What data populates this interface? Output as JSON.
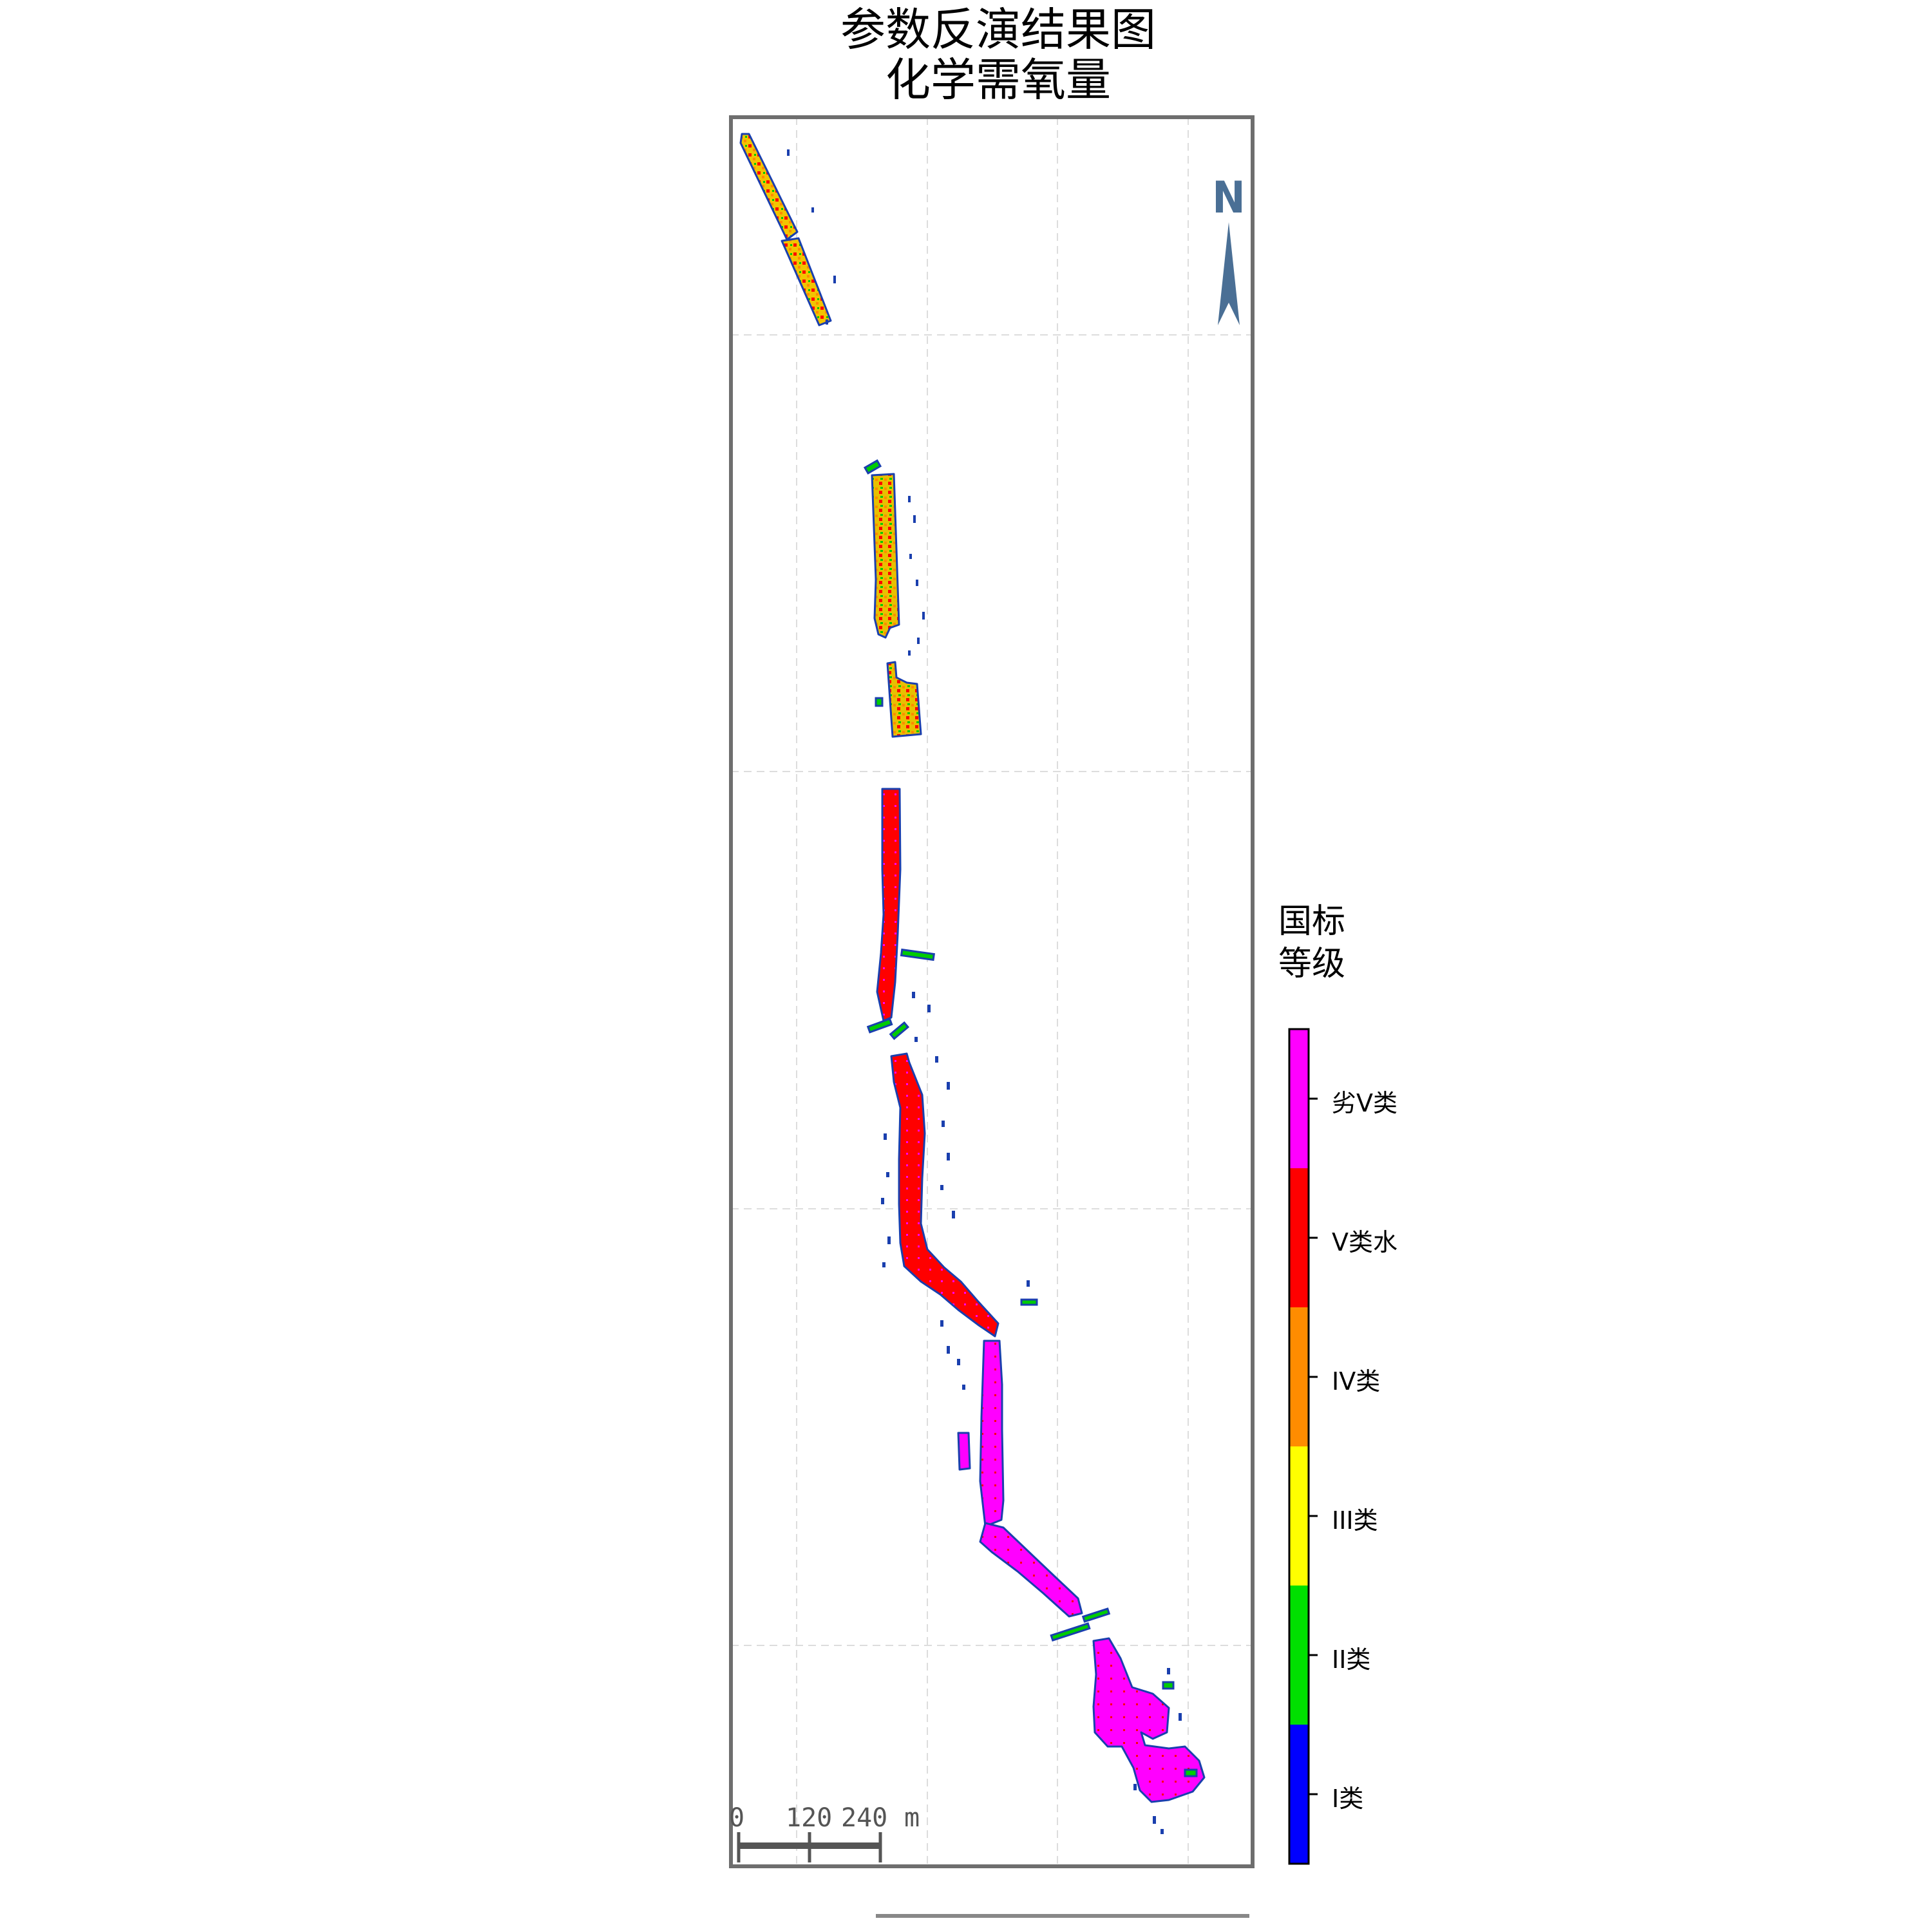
{
  "title": {
    "line1": "参数反演结果图",
    "line2": "化学需氧量"
  },
  "north_arrow": {
    "label": "N"
  },
  "scale_bar": {
    "ticks": [
      "0",
      "120",
      "240"
    ],
    "unit": "m"
  },
  "legend": {
    "title_line1": "国标",
    "title_line2": "等级",
    "classes": [
      {
        "label": "劣V类",
        "color": "#ff00ff"
      },
      {
        "label": "V类水",
        "color": "#ff0000"
      },
      {
        "label": "IV类",
        "color": "#ff8c00"
      },
      {
        "label": "III类",
        "color": "#ffff00"
      },
      {
        "label": "II类",
        "color": "#00e000"
      },
      {
        "label": "I类",
        "color": "#0000ff"
      }
    ]
  },
  "colors": {
    "frame": "#6e6e6e",
    "grid": "#dddddd",
    "north_arrow": "#4a6f95",
    "outline": "#1a3fae"
  }
}
